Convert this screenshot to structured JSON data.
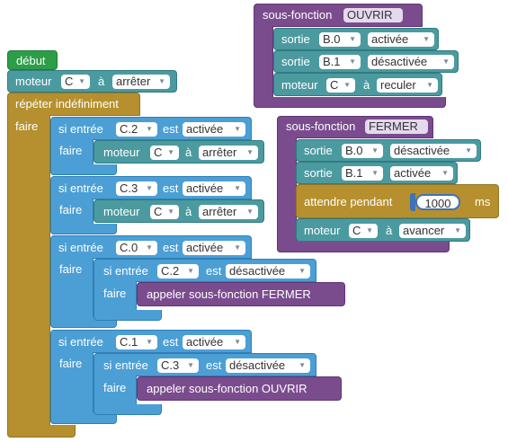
{
  "start": {
    "label": "début"
  },
  "motor_cmd": "moteur",
  "a_word": "à",
  "repeat": {
    "label": "répéter indéfiniment"
  },
  "do_word": "faire",
  "if_input": "si entrée",
  "is_word": "est",
  "output_word": "sortie",
  "init_motor": {
    "motor": "C",
    "action": "arrêter"
  },
  "cond1": {
    "input": "C.2",
    "state": "activée",
    "motor": "C",
    "action": "arrêter"
  },
  "cond2": {
    "input": "C.3",
    "state": "activée",
    "motor": "C",
    "action": "arrêter"
  },
  "cond3": {
    "input": "C.0",
    "state": "activée",
    "inner_input": "C.2",
    "inner_state": "désactivée",
    "call": "appeler sous-fonction  FERMER"
  },
  "cond4": {
    "input": "C.1",
    "state": "activée",
    "inner_input": "C.3",
    "inner_state": "désactivée",
    "call": "appeler sous-fonction  OUVRIR"
  },
  "sub_open": {
    "header": "sous-fonction",
    "name": "OUVRIR",
    "out1": {
      "port": "B.0",
      "state": "activée"
    },
    "out2": {
      "port": "B.1",
      "state": "désactivée"
    },
    "motor": "C",
    "action": "reculer"
  },
  "sub_close": {
    "header": "sous-fonction",
    "name": "FERMER",
    "out1": {
      "port": "B.0",
      "state": "désactivée"
    },
    "out2": {
      "port": "B.1",
      "state": "activée"
    },
    "wait_label": "attendre pendant",
    "wait_value": "1000",
    "wait_unit": "ms",
    "motor": "C",
    "action": "avancer"
  },
  "colors": {
    "start": "#2d9d48",
    "motor": "#4b9aa0",
    "loop": "#b6902e",
    "condition": "#4c9fd5",
    "function": "#7a4c8e"
  },
  "icons": {
    "dropdown": "triangle-down-icon"
  }
}
